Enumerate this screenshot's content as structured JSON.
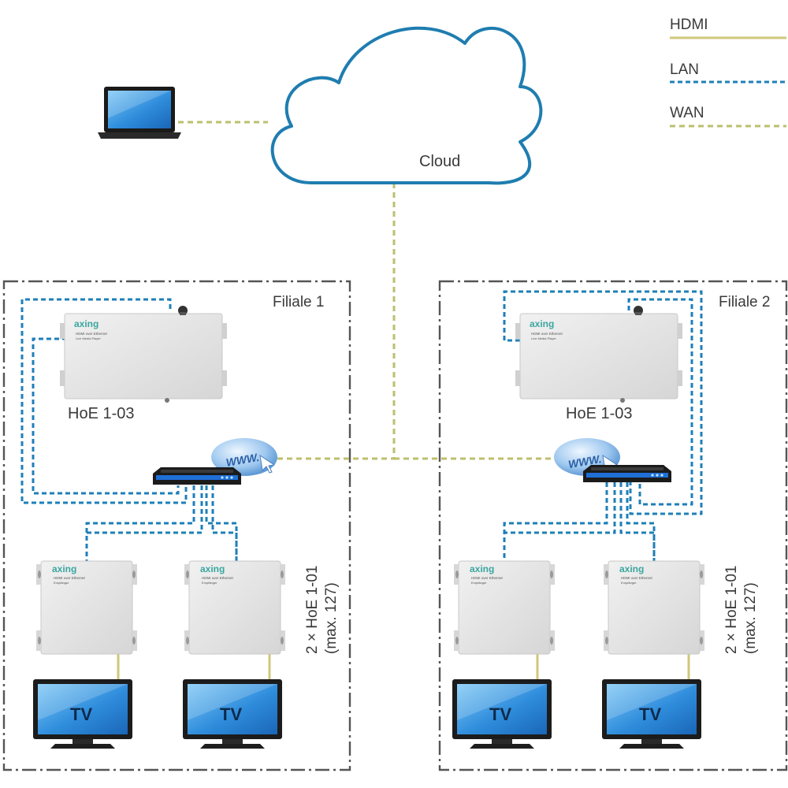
{
  "legend": {
    "hdmi": "HDMI",
    "lan": "LAN",
    "wan": "WAN"
  },
  "cloud": {
    "label": "Cloud"
  },
  "branches": [
    {
      "name": "Filiale 1",
      "encoder_label": "HoE 1-03",
      "receivers_label_line1": "2 × HoE 1-01",
      "receivers_label_line2": "(max. 127)",
      "tv_labels": [
        "TV",
        "TV"
      ]
    },
    {
      "name": "Filiale 2",
      "encoder_label": "HoE 1-03",
      "receivers_label_line1": "2 × HoE 1-01",
      "receivers_label_line2": "(max. 127)",
      "tv_labels": [
        "TV",
        "TV"
      ]
    }
  ],
  "device": {
    "brand": "axing",
    "encoder_caption": "HDMI over Ethernet",
    "encoder_sub": "Live Media Player",
    "receiver_caption": "HDMI over Ethernet",
    "receiver_sub": "Empfänger"
  },
  "router_globe_text": "WWW.",
  "colors": {
    "hdmi": "#cfc77a",
    "lan": "#1e7fb8",
    "wan": "#bdbf6e",
    "cloud_stroke": "#1f7db0",
    "frame": "#555555",
    "router_blue": "#1f6fd6",
    "screen_blue": "#3c9be0",
    "device_gray": "#e6e6e6"
  }
}
